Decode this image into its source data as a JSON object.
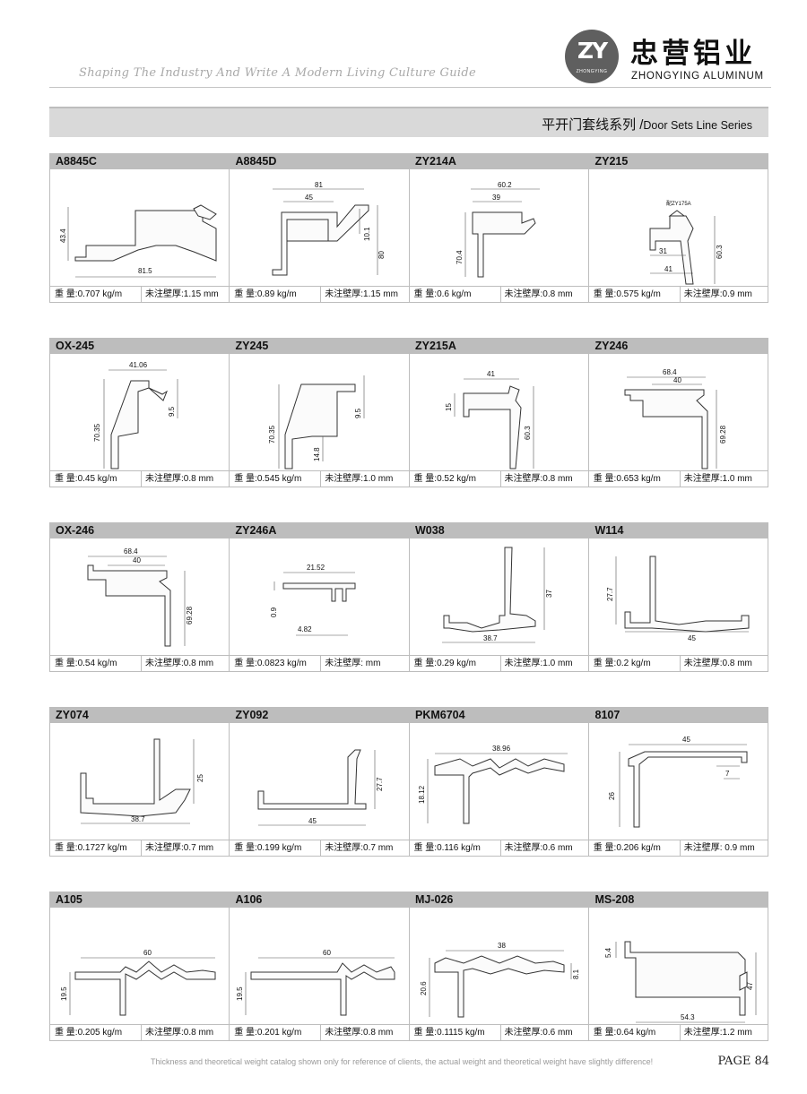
{
  "brand": {
    "tagline": "Shaping The Industry And Write A Modern Living Culture Guide",
    "logo_mark": "ZY",
    "logo_sub": "ZHONGYING",
    "name_cn": "忠营铝业",
    "name_en": "ZHONGYING ALUMINUM"
  },
  "series": {
    "title_cn": "平开门套线系列 /",
    "title_en": "Door Sets Line Series"
  },
  "labels": {
    "weight": "重  量:",
    "thickness": "未注壁厚:"
  },
  "rows": [
    {
      "products": [
        {
          "code": "A8845C",
          "weight": "0.707 kg/m",
          "thickness": "1.15 mm",
          "dims": [
            "43.4",
            "81.5"
          ]
        },
        {
          "code": "A8845D",
          "weight": "0.89 kg/m",
          "thickness": "1.15 mm",
          "dims": [
            "81",
            "45",
            "10.1",
            "80"
          ]
        },
        {
          "code": "ZY214A",
          "weight": "0.6 kg/m",
          "thickness": "0.8 mm",
          "dims": [
            "60.2",
            "39",
            "70.4"
          ]
        },
        {
          "code": "ZY215",
          "weight": "0.575 kg/m",
          "thickness": "0.9 mm",
          "dims": [
            "配ZY175A",
            "31",
            "60.3",
            "41"
          ]
        }
      ]
    },
    {
      "products": [
        {
          "code": "OX-245",
          "weight": "0.45 kg/m",
          "thickness": "0.8 mm",
          "dims": [
            "41.06",
            "9.5",
            "70.35"
          ]
        },
        {
          "code": "ZY245",
          "weight": "0.545 kg/m",
          "thickness": "1.0 mm",
          "dims": [
            "9.5",
            "70.35",
            "14.8"
          ]
        },
        {
          "code": "ZY215A",
          "weight": "0.52 kg/m",
          "thickness": "0.8 mm",
          "dims": [
            "41",
            "15",
            "60.3"
          ]
        },
        {
          "code": "ZY246",
          "weight": "0.653 kg/m",
          "thickness": "1.0 mm",
          "dims": [
            "68.4",
            "40",
            "69.28"
          ]
        }
      ]
    },
    {
      "products": [
        {
          "code": "OX-246",
          "weight": "0.54 kg/m",
          "thickness": "0.8 mm",
          "dims": [
            "68.4",
            "40",
            "69.28"
          ]
        },
        {
          "code": "ZY246A",
          "weight": "0.0823 kg/m",
          "thickness": "    mm",
          "dims": [
            "21.52",
            "0.9",
            "4.82"
          ]
        },
        {
          "code": "W038",
          "weight": "0.29 kg/m",
          "thickness": "1.0 mm",
          "dims": [
            "37",
            "38.7"
          ]
        },
        {
          "code": "W114",
          "weight": "0.2 kg/m",
          "thickness": "0.8 mm",
          "dims": [
            "27.7",
            "45"
          ]
        }
      ]
    },
    {
      "products": [
        {
          "code": "ZY074",
          "weight": "0.1727 kg/m",
          "thickness": "0.7 mm",
          "dims": [
            "25",
            "38.7"
          ]
        },
        {
          "code": "ZY092",
          "weight": "0.199 kg/m",
          "thickness": "0.7 mm",
          "dims": [
            "27.7",
            "45"
          ]
        },
        {
          "code": "PKM6704",
          "weight": "0.116 kg/m",
          "thickness": "0.6 mm",
          "dims": [
            "38.96",
            "18.12"
          ]
        },
        {
          "code": "8107",
          "weight": "0.206 kg/m",
          "thickness": " 0.9 mm",
          "dims": [
            "45",
            "7",
            "26"
          ]
        }
      ]
    },
    {
      "products": [
        {
          "code": "A105",
          "weight": "0.205 kg/m",
          "thickness": "0.8 mm",
          "dims": [
            "60",
            "19.5"
          ]
        },
        {
          "code": "A106",
          "weight": "0.201 kg/m",
          "thickness": "0.8 mm",
          "dims": [
            "60",
            "19.5"
          ]
        },
        {
          "code": "MJ-026",
          "weight": "0.1115 kg/m",
          "thickness": "0.6 mm",
          "dims": [
            "38",
            "8.1",
            "20.6"
          ]
        },
        {
          "code": "MS-208",
          "weight": "0.64 kg/m",
          "thickness": "1.2 mm",
          "dims": [
            "5.4",
            "47",
            "54.3"
          ]
        }
      ]
    }
  ],
  "footer": {
    "note": "Thickness and theoretical weight catalog shown only for reference of clients, the actual weight and theoretical weight have slightly difference!",
    "page": "PAGE  84"
  }
}
